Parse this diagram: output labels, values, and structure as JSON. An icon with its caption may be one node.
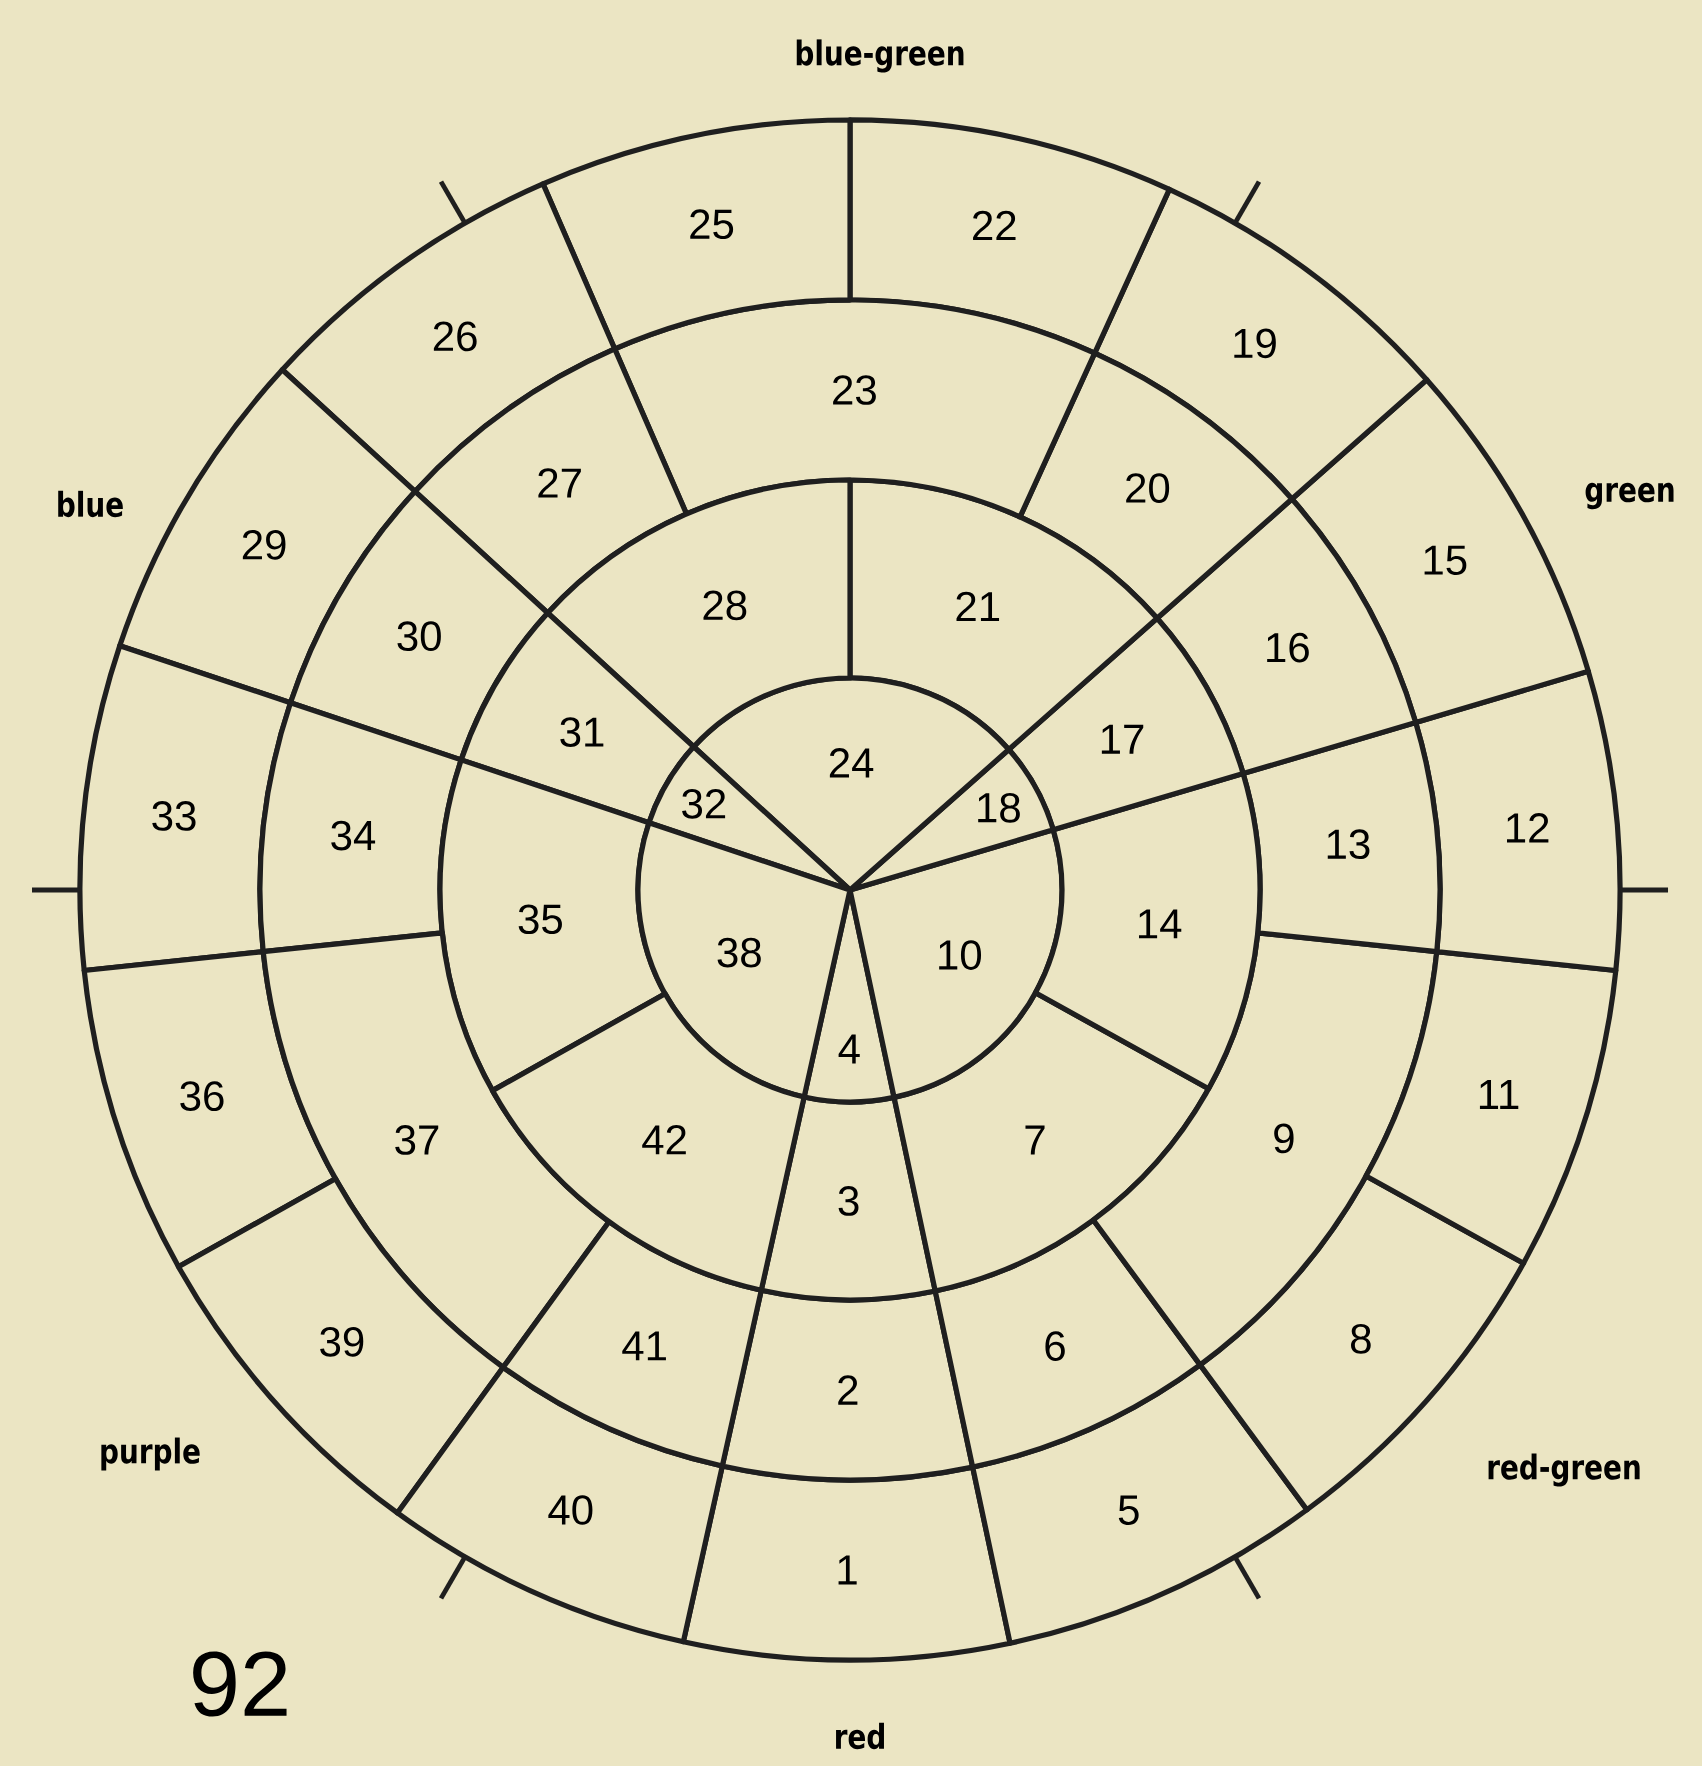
{
  "diagram": {
    "nodes": [
      {
        "text": [
          "1"
        ]
      },
      {
        "text": [
          "2"
        ]
      },
      {
        "text": [
          "3"
        ]
      },
      {
        "text": [
          "4"
        ]
      },
      {
        "text": [
          "5"
        ]
      },
      {
        "text": [
          "6"
        ]
      },
      {
        "text": [
          "7"
        ]
      },
      {
        "text": [
          "8"
        ]
      },
      {
        "text": [
          "9"
        ]
      },
      {
        "text": [
          "10"
        ]
      },
      {
        "text": [
          "11"
        ]
      },
      {
        "text": [
          "12"
        ]
      },
      {
        "text": [
          "13"
        ]
      },
      {
        "text": [
          "14"
        ]
      },
      {
        "text": [
          "15"
        ]
      },
      {
        "text": [
          "16"
        ]
      },
      {
        "text": [
          "17"
        ]
      },
      {
        "text": [
          "18"
        ]
      },
      {
        "text": [
          "19"
        ]
      },
      {
        "text": [
          "20"
        ]
      },
      {
        "text": [
          "21"
        ]
      },
      {
        "text": [
          "22"
        ]
      },
      {
        "text": [
          "23"
        ]
      },
      {
        "text": [
          "24"
        ]
      },
      {
        "text": [
          "25"
        ]
      },
      {
        "text": [
          "26"
        ]
      },
      {
        "text": [
          "27"
        ]
      },
      {
        "text": [
          "28"
        ]
      },
      {
        "text": [
          "29"
        ]
      },
      {
        "text": [
          "30"
        ]
      },
      {
        "text": [
          "31"
        ]
      },
      {
        "text": [
          "32"
        ]
      },
      {
        "text": [
          "33"
        ]
      },
      {
        "text": [
          "34"
        ]
      },
      {
        "text": [
          "35"
        ]
      },
      {
        "text": [
          "36"
        ]
      },
      {
        "text": [
          "37"
        ]
      },
      {
        "text": [
          "38"
        ]
      },
      {
        "text": [
          "39"
        ]
      },
      {
        "text": [
          "40"
        ]
      },
      {
        "text": [
          "41"
        ]
      },
      {
        "text": [
          "42"
        ]
      }
    ],
    "labels": [
      "blue-green",
      "blue",
      "green",
      "purple",
      "red-green",
      "92",
      "red"
    ]
  }
}
